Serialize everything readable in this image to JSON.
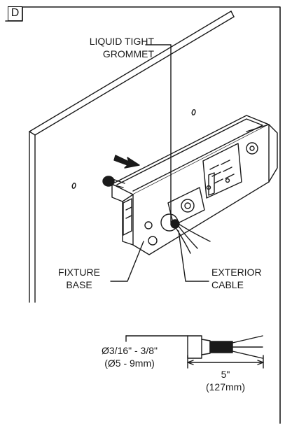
{
  "panel": {
    "letter": "D"
  },
  "labels": {
    "grommet_line1": "LIQUID TIGHT",
    "grommet_line2": "GROMMET",
    "fixture_line1": "FIXTURE",
    "fixture_line2": "BASE",
    "cable_line1": "EXTERIOR",
    "cable_line2": "CABLE"
  },
  "dimensions": {
    "diameter_imperial": "Ø3/16\" - 3/8\"",
    "diameter_metric": "(Ø5 - 9mm)",
    "strip_length_imperial": "5\"",
    "strip_length_metric": "(127mm)"
  },
  "icons": [
    "arrow-icon",
    "grommet-icon"
  ],
  "colors": {
    "line": "#1a1a1a",
    "background": "#ffffff"
  }
}
